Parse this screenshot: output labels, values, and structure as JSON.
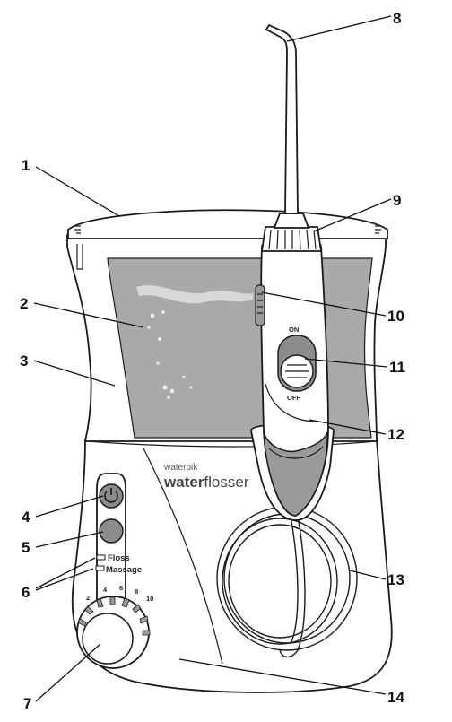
{
  "brand": {
    "small": "waterpik",
    "large_bold": "water",
    "large_light": "flosser"
  },
  "switch_labels": {
    "on": "ON",
    "off": "OFF"
  },
  "mode_labels": {
    "floss": "Floss",
    "massage": "Massage"
  },
  "dial_scale": [
    "2",
    "4",
    "6",
    "8",
    "10"
  ],
  "callouts": [
    "1",
    "2",
    "3",
    "4",
    "5",
    "6",
    "7",
    "8",
    "9",
    "10",
    "11",
    "12",
    "13",
    "14"
  ],
  "colors": {
    "outline": "#1a1a1a",
    "reservoir_water": "#a9a9a9",
    "body": "#ffffff",
    "handle_grip": "#9a9a9a",
    "button": "#8c8c8c"
  },
  "icons": {
    "power": "power-icon"
  }
}
